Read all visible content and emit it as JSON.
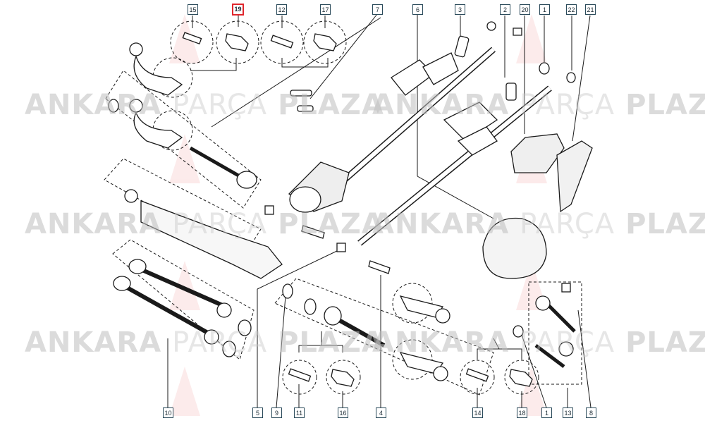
{
  "watermark": {
    "word1": "ANKARA",
    "word2": "PARÇA",
    "word3": "PLAZA"
  },
  "callouts": {
    "c15": "15",
    "c19": "19",
    "c12": "12",
    "c17": "17",
    "c7": "7",
    "c6": "6",
    "c3": "3",
    "c2": "2",
    "c20": "20",
    "c1_top": "1",
    "c22": "22",
    "c21": "21",
    "c10": "10",
    "c5": "5",
    "c9": "9",
    "c11": "11",
    "c16": "16",
    "c4": "4",
    "c14": "14",
    "c18": "18",
    "c1_bottom": "1",
    "c13": "13",
    "c8": "8"
  },
  "colors": {
    "highlight": "#e0262c",
    "line": "#1a1a1a",
    "watermark_logo": "#e63a3f"
  }
}
